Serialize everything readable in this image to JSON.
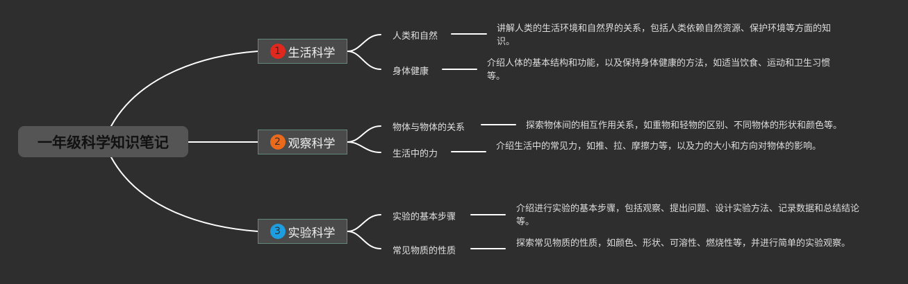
{
  "root": {
    "label": "一年级科学知识笔记"
  },
  "colors": {
    "line": "#ffffff",
    "badge1": "#e0281e",
    "badge2": "#ea6a1c",
    "badge3": "#1e9ee0"
  },
  "branches": [
    {
      "number": "1",
      "label": "生活科学",
      "topics": [
        {
          "label": "人类和自然",
          "description": "讲解人类的生活环境和自然界的关系，包括人类依赖自然资源、保护环境等方面的知识。"
        },
        {
          "label": "身体健康",
          "description": "介绍人体的基本结构和功能，以及保持身体健康的方法，如适当饮食、运动和卫生习惯等。"
        }
      ]
    },
    {
      "number": "2",
      "label": "观察科学",
      "topics": [
        {
          "label": "物体与物体的关系",
          "description": "探索物体间的相互作用关系，如重物和轻物的区别、不同物体的形状和颜色等。"
        },
        {
          "label": "生活中的力",
          "description": "介绍生活中的常见力，如推、拉、摩擦力等，以及力的大小和方向对物体的影响。"
        }
      ]
    },
    {
      "number": "3",
      "label": "实验科学",
      "topics": [
        {
          "label": "实验的基本步骤",
          "description": "介绍进行实验的基本步骤，包括观察、提出问题、设计实验方法、记录数据和总结结论等。"
        },
        {
          "label": "常见物质的性质",
          "description": "探索常见物质的性质，如颜色、形状、可溶性、燃烧性等，并进行简单的实验观察。"
        }
      ]
    }
  ]
}
